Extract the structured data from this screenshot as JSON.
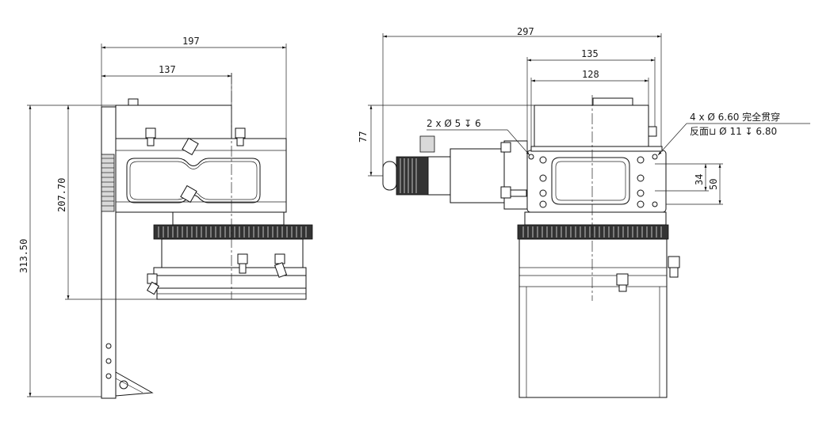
{
  "left_view": {
    "dims": {
      "width_total": "197",
      "width_partial": "137",
      "height_total": "313.50",
      "height_partial": "207.70"
    }
  },
  "right_view": {
    "dims": {
      "width_total": "297",
      "width_135": "135",
      "width_128": "128",
      "height_77": "77",
      "height_34": "34",
      "height_50": "50"
    },
    "callout_left": "2 x Ø 5 ↧ 6",
    "callout_right_line1": "4 x Ø 6.60 完全贯穿",
    "callout_right_line2": "反面⊔ Ø 11 ↧ 6.80"
  }
}
